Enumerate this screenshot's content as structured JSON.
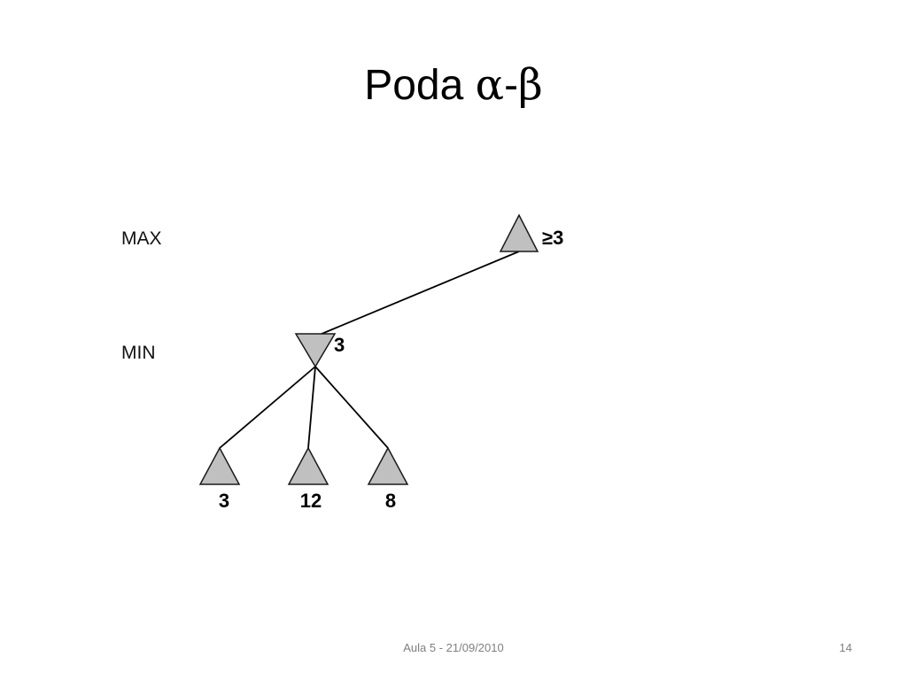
{
  "title": {
    "word": "Poda",
    "alpha": "α",
    "dash": "-",
    "beta": "β"
  },
  "tree": {
    "levels": {
      "max": "MAX",
      "min": "MIN"
    },
    "root_value": "≥3",
    "min_value": "3",
    "leaves": [
      "3",
      "12",
      "8"
    ]
  },
  "colors": {
    "node_fill": "#c0c0c0",
    "node_stroke": "#1a1a1a",
    "edge": "#000000",
    "footer_text": "#7f7f7f"
  },
  "footer": {
    "lecture": "Aula 5 - 21/09/2010",
    "slide_number": "14"
  }
}
